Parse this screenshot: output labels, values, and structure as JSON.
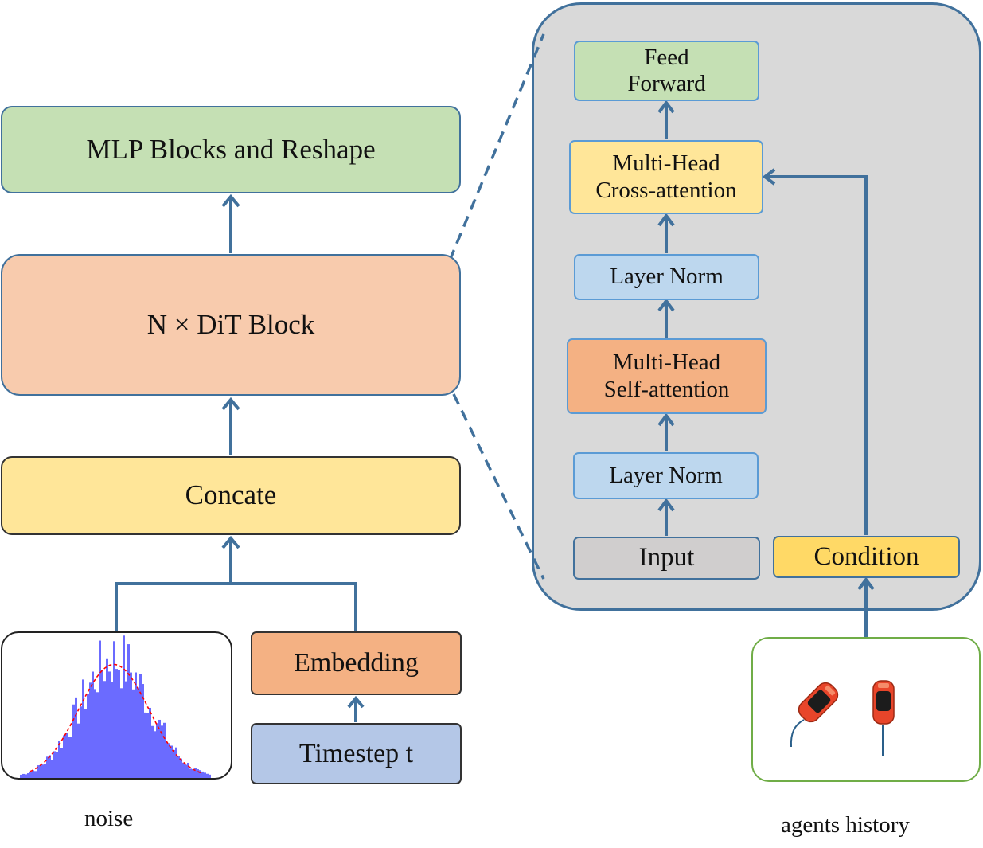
{
  "main": {
    "mlp_label": "MLP Blocks and Reshape",
    "dit_label": "N × DiT Block",
    "concat_label": "Concate",
    "embedding_label": "Embedding",
    "timestep_label": "Timestep t",
    "noise_caption": "noise"
  },
  "detail": {
    "feed_forward_label": "Feed\nForward",
    "cross_attention_label": "Multi-Head\nCross-attention",
    "layer_norm_top_label": "Layer Norm",
    "self_attention_label": "Multi-Head\nSelf-attention",
    "layer_norm_bottom_label": "Layer Norm",
    "input_label": "Input",
    "condition_label": "Condition"
  },
  "agents": {
    "caption": "agents history"
  },
  "colors": {
    "arrow": "#41719c",
    "green_fill": "#c5e0b4",
    "peach_fill": "#f8cbad",
    "yellow_fill": "#ffe699",
    "orange_fill": "#f4b183",
    "blue_fill": "#bdd7ee",
    "timestep_fill": "#b4c7e7",
    "input_fill": "#d0cece",
    "condition_fill": "#ffd966",
    "histogram_fill": "#6b6bff",
    "gaussian_curve": "#ff0000",
    "car_body": "#e8452a"
  }
}
